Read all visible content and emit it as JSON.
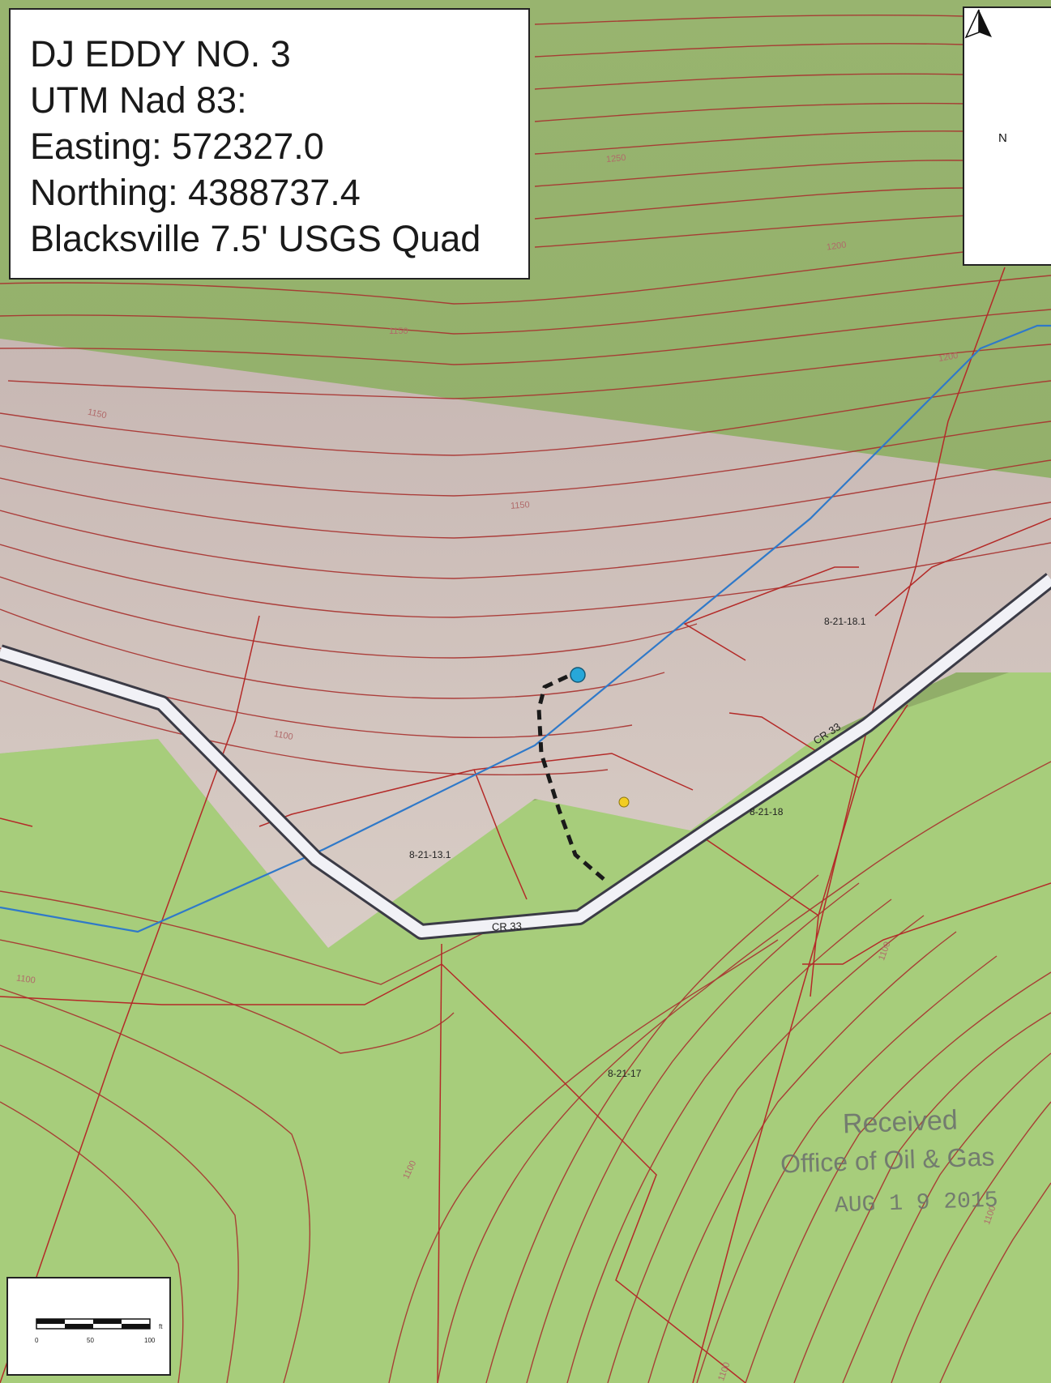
{
  "info": {
    "well_name": "DJ EDDY NO. 3",
    "datum": "UTM Nad 83:",
    "easting": "Easting: 572327.0",
    "northing": "Northing: 4388737.4",
    "quad": "Blacksville 7.5' USGS Quad"
  },
  "north_arrow": {
    "label": "N"
  },
  "scale_bar": {
    "ticks": [
      "0",
      "50",
      "100"
    ],
    "unit": "ft"
  },
  "parcels": [
    "8-21-18.1",
    "8-21-18",
    "8-21-13.1",
    "8-21-17"
  ],
  "roads": {
    "label_1": "CR 33",
    "label_2": "CR 33"
  },
  "contour_labels": [
    "1250",
    "1200",
    "1200",
    "1150",
    "1150",
    "1150",
    "1100",
    "1100",
    "1100",
    "1100",
    "1100",
    "1100"
  ],
  "stamp": {
    "line1": "Received",
    "line2": "Office of Oil & Gas",
    "line3": "AUG 1 9 2015"
  },
  "colors": {
    "forest": "#8fb06b",
    "open_land": "#a6cf7a",
    "cleared": "#c9b8b3",
    "contour": "#a8312e",
    "stream": "#2f79c9",
    "well": "#27a7d9",
    "road_fill": "#f1f1f6"
  }
}
